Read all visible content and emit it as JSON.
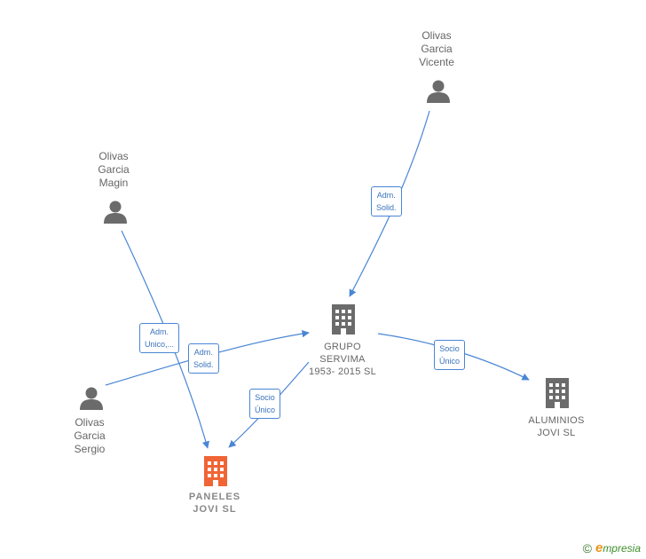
{
  "people": {
    "vicente": "Olivas\nGarcia\nVicente",
    "magin": "Olivas\nGarcia\nMagin",
    "sergio": "Olivas\nGarcia\nSergio"
  },
  "companies": {
    "grupo": "GRUPO\nSERVIMA\n1953- 2015 SL",
    "aluminios": "ALUMINIOS\nJOVI SL",
    "paneles": "PANELES\nJOVI SL"
  },
  "edges": {
    "vicente_grupo": "Adm.\nSolid.",
    "magin_paneles": "Adm.\nUnico,...",
    "sergio_grupo": "Adm.\nSolid.",
    "grupo_paneles": "Socio\nÚnico",
    "grupo_aluminios": "Socio\nÚnico"
  },
  "colors": {
    "person_icon": "#6b6b6b",
    "company_icon": "#6b6b6b",
    "focus_company_icon": "#f06535",
    "edge": "#4a86d4"
  },
  "brand": {
    "symbol": "©",
    "mark": "e",
    "name": "mpresia"
  }
}
